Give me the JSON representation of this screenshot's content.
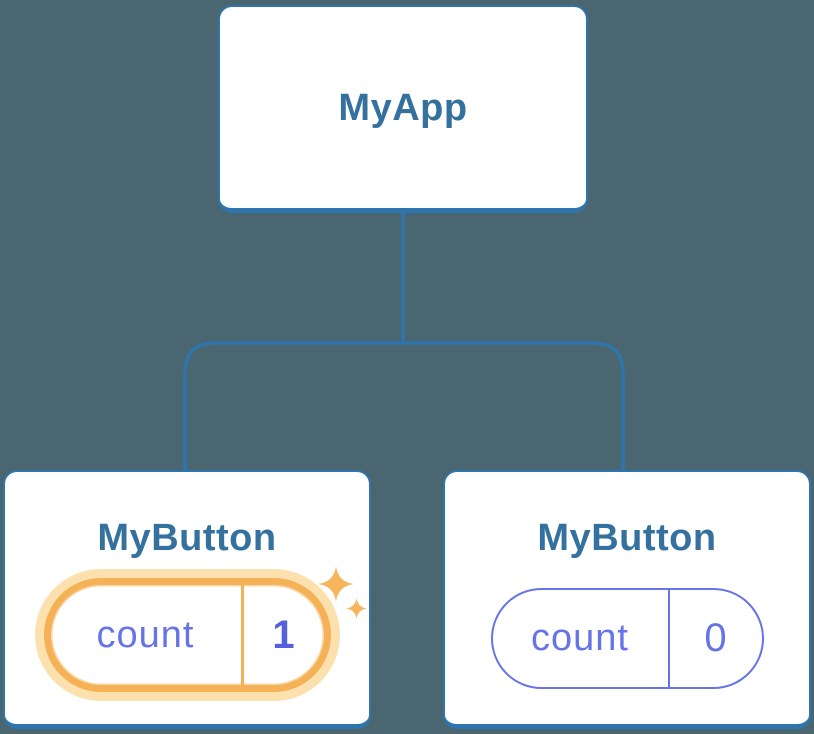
{
  "diagram": {
    "type": "component-tree",
    "background_color": "#4A6670",
    "node_border_color": "#2E74AD",
    "node_label_color": "#35719F",
    "connector_color": "#2E74AD",
    "state_color": "#6674E8",
    "highlight_color": "#F5B155",
    "highlight_glow_color": "#FCE0AD",
    "sparkle_color": "#F5B65C",
    "root": {
      "label": "MyApp"
    },
    "children": [
      {
        "label": "MyButton",
        "state": {
          "name": "count",
          "value": "1"
        },
        "highlighted": true
      },
      {
        "label": "MyButton",
        "state": {
          "name": "count",
          "value": "0"
        },
        "highlighted": false
      }
    ]
  }
}
